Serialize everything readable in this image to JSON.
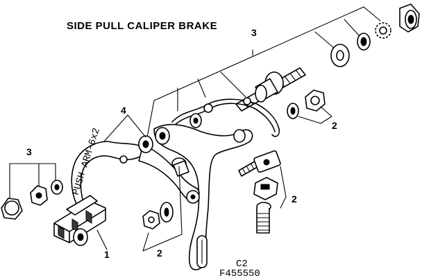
{
  "diagram": {
    "title": "SIDE PULL CALIPER BRAKE",
    "callouts": {
      "n1": "1",
      "n2a": "2",
      "n2b": "2",
      "n2c": "2",
      "n3a": "3",
      "n3b": "3",
      "n4": "4"
    },
    "figure_code": "C2",
    "part_number": "F455550",
    "arm_stamp": "PUSH-ARM-6x2"
  }
}
